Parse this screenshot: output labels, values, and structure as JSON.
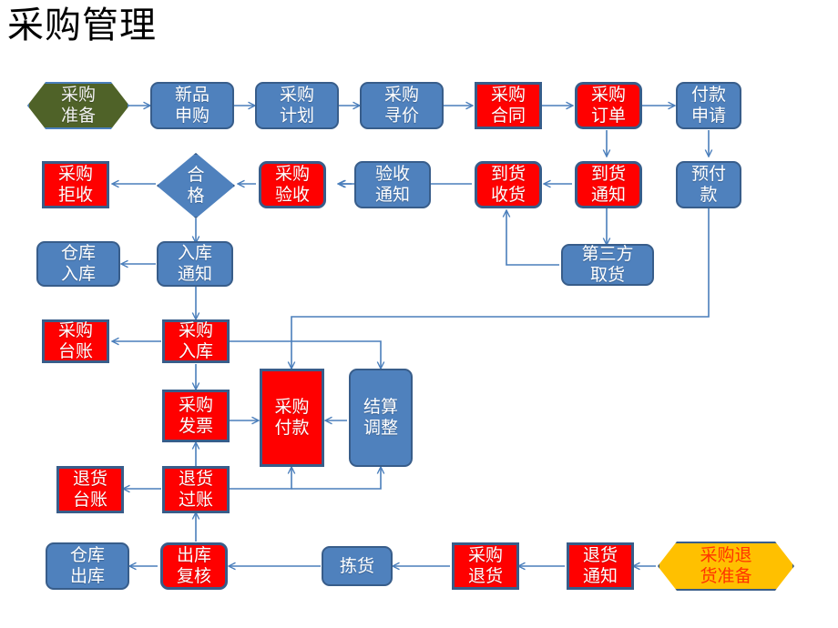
{
  "page": {
    "title": "采购管理",
    "background_color": "#ffffff"
  },
  "palette": {
    "blue_fill": "#4f81bd",
    "blue_border": "#385d8a",
    "red_fill": "#ff0000",
    "olive_fill": "#4f6228",
    "orange_fill": "#ffc000",
    "orange_text": "#ff3300",
    "connector": "#4a7ebb",
    "node_text": "#ffffff",
    "title_text": "#000000"
  },
  "legend": {
    "shapes": {
      "hexagon": "start-terminator",
      "rounded_rect": "process",
      "rect": "process",
      "diamond": "decision"
    }
  },
  "nodes": {
    "n1": {
      "label": "采购\n准备",
      "shape": "hexagon",
      "color": "olive"
    },
    "n2": {
      "label": "新品\n申购",
      "shape": "rounded",
      "color": "blue"
    },
    "n3": {
      "label": "采购\n计划",
      "shape": "rounded",
      "color": "blue"
    },
    "n4": {
      "label": "采购\n寻价",
      "shape": "rounded",
      "color": "blue"
    },
    "n5": {
      "label": "采购\n合同",
      "shape": "rect",
      "color": "red"
    },
    "n6": {
      "label": "采购\n订单",
      "shape": "rounded",
      "color": "red"
    },
    "n7": {
      "label": "付款\n申请",
      "shape": "rounded",
      "color": "blue"
    },
    "n8": {
      "label": "采购\n拒收",
      "shape": "rect",
      "color": "red"
    },
    "n9": {
      "label": "合\n格",
      "shape": "diamond",
      "color": "blue"
    },
    "n10": {
      "label": "采购\n验收",
      "shape": "rounded",
      "color": "red"
    },
    "n11": {
      "label": "验收\n通知",
      "shape": "rounded",
      "color": "blue"
    },
    "n12": {
      "label": "到货\n收货",
      "shape": "rounded",
      "color": "red"
    },
    "n13": {
      "label": "到货\n通知",
      "shape": "rounded",
      "color": "red"
    },
    "n14": {
      "label": "预付\n款",
      "shape": "rounded",
      "color": "blue"
    },
    "n15": {
      "label": "仓库\n入库",
      "shape": "rounded",
      "color": "blue"
    },
    "n16": {
      "label": "入库\n通知",
      "shape": "rounded",
      "color": "blue"
    },
    "n17": {
      "label": "第三方\n取货",
      "shape": "rounded",
      "color": "blue"
    },
    "n18": {
      "label": "采购\n台账",
      "shape": "rect",
      "color": "red"
    },
    "n19": {
      "label": "采购\n入库",
      "shape": "rect",
      "color": "red"
    },
    "n20": {
      "label": "采购\n发票",
      "shape": "rect",
      "color": "red"
    },
    "n21": {
      "label": "采购\n付款",
      "shape": "rect",
      "color": "red"
    },
    "n22": {
      "label": "结算\n调整",
      "shape": "rounded",
      "color": "blue"
    },
    "n23": {
      "label": "退货\n台账",
      "shape": "rect",
      "color": "red"
    },
    "n24": {
      "label": "退货\n过账",
      "shape": "rect",
      "color": "red"
    },
    "n25": {
      "label": "仓库\n出库",
      "shape": "rounded",
      "color": "blue"
    },
    "n26": {
      "label": "出库\n复核",
      "shape": "rounded",
      "color": "red"
    },
    "n27": {
      "label": "拣货",
      "shape": "rounded",
      "color": "blue"
    },
    "n28": {
      "label": "采购\n退货",
      "shape": "rect",
      "color": "red"
    },
    "n29": {
      "label": "退货\n通知",
      "shape": "rect",
      "color": "red"
    },
    "n30": {
      "label": "采购退\n货准备",
      "shape": "hexagon",
      "color": "orange"
    }
  },
  "flow_order": [
    "采购准备",
    "新品申购",
    "采购计划",
    "采购寻价",
    "采购合同",
    "采购订单",
    "付款申请",
    "预付款",
    "到货通知",
    "第三方取货",
    "到货收货",
    "验收通知",
    "采购验收",
    "合格",
    "采购拒收",
    "入库通知",
    "仓库入库",
    "采购入库",
    "采购台账",
    "采购发票",
    "采购付款",
    "结算调整",
    "退货过账",
    "退货台账",
    "出库复核",
    "仓库出库",
    "拣货",
    "采购退货",
    "退货通知",
    "采购退货准备"
  ]
}
